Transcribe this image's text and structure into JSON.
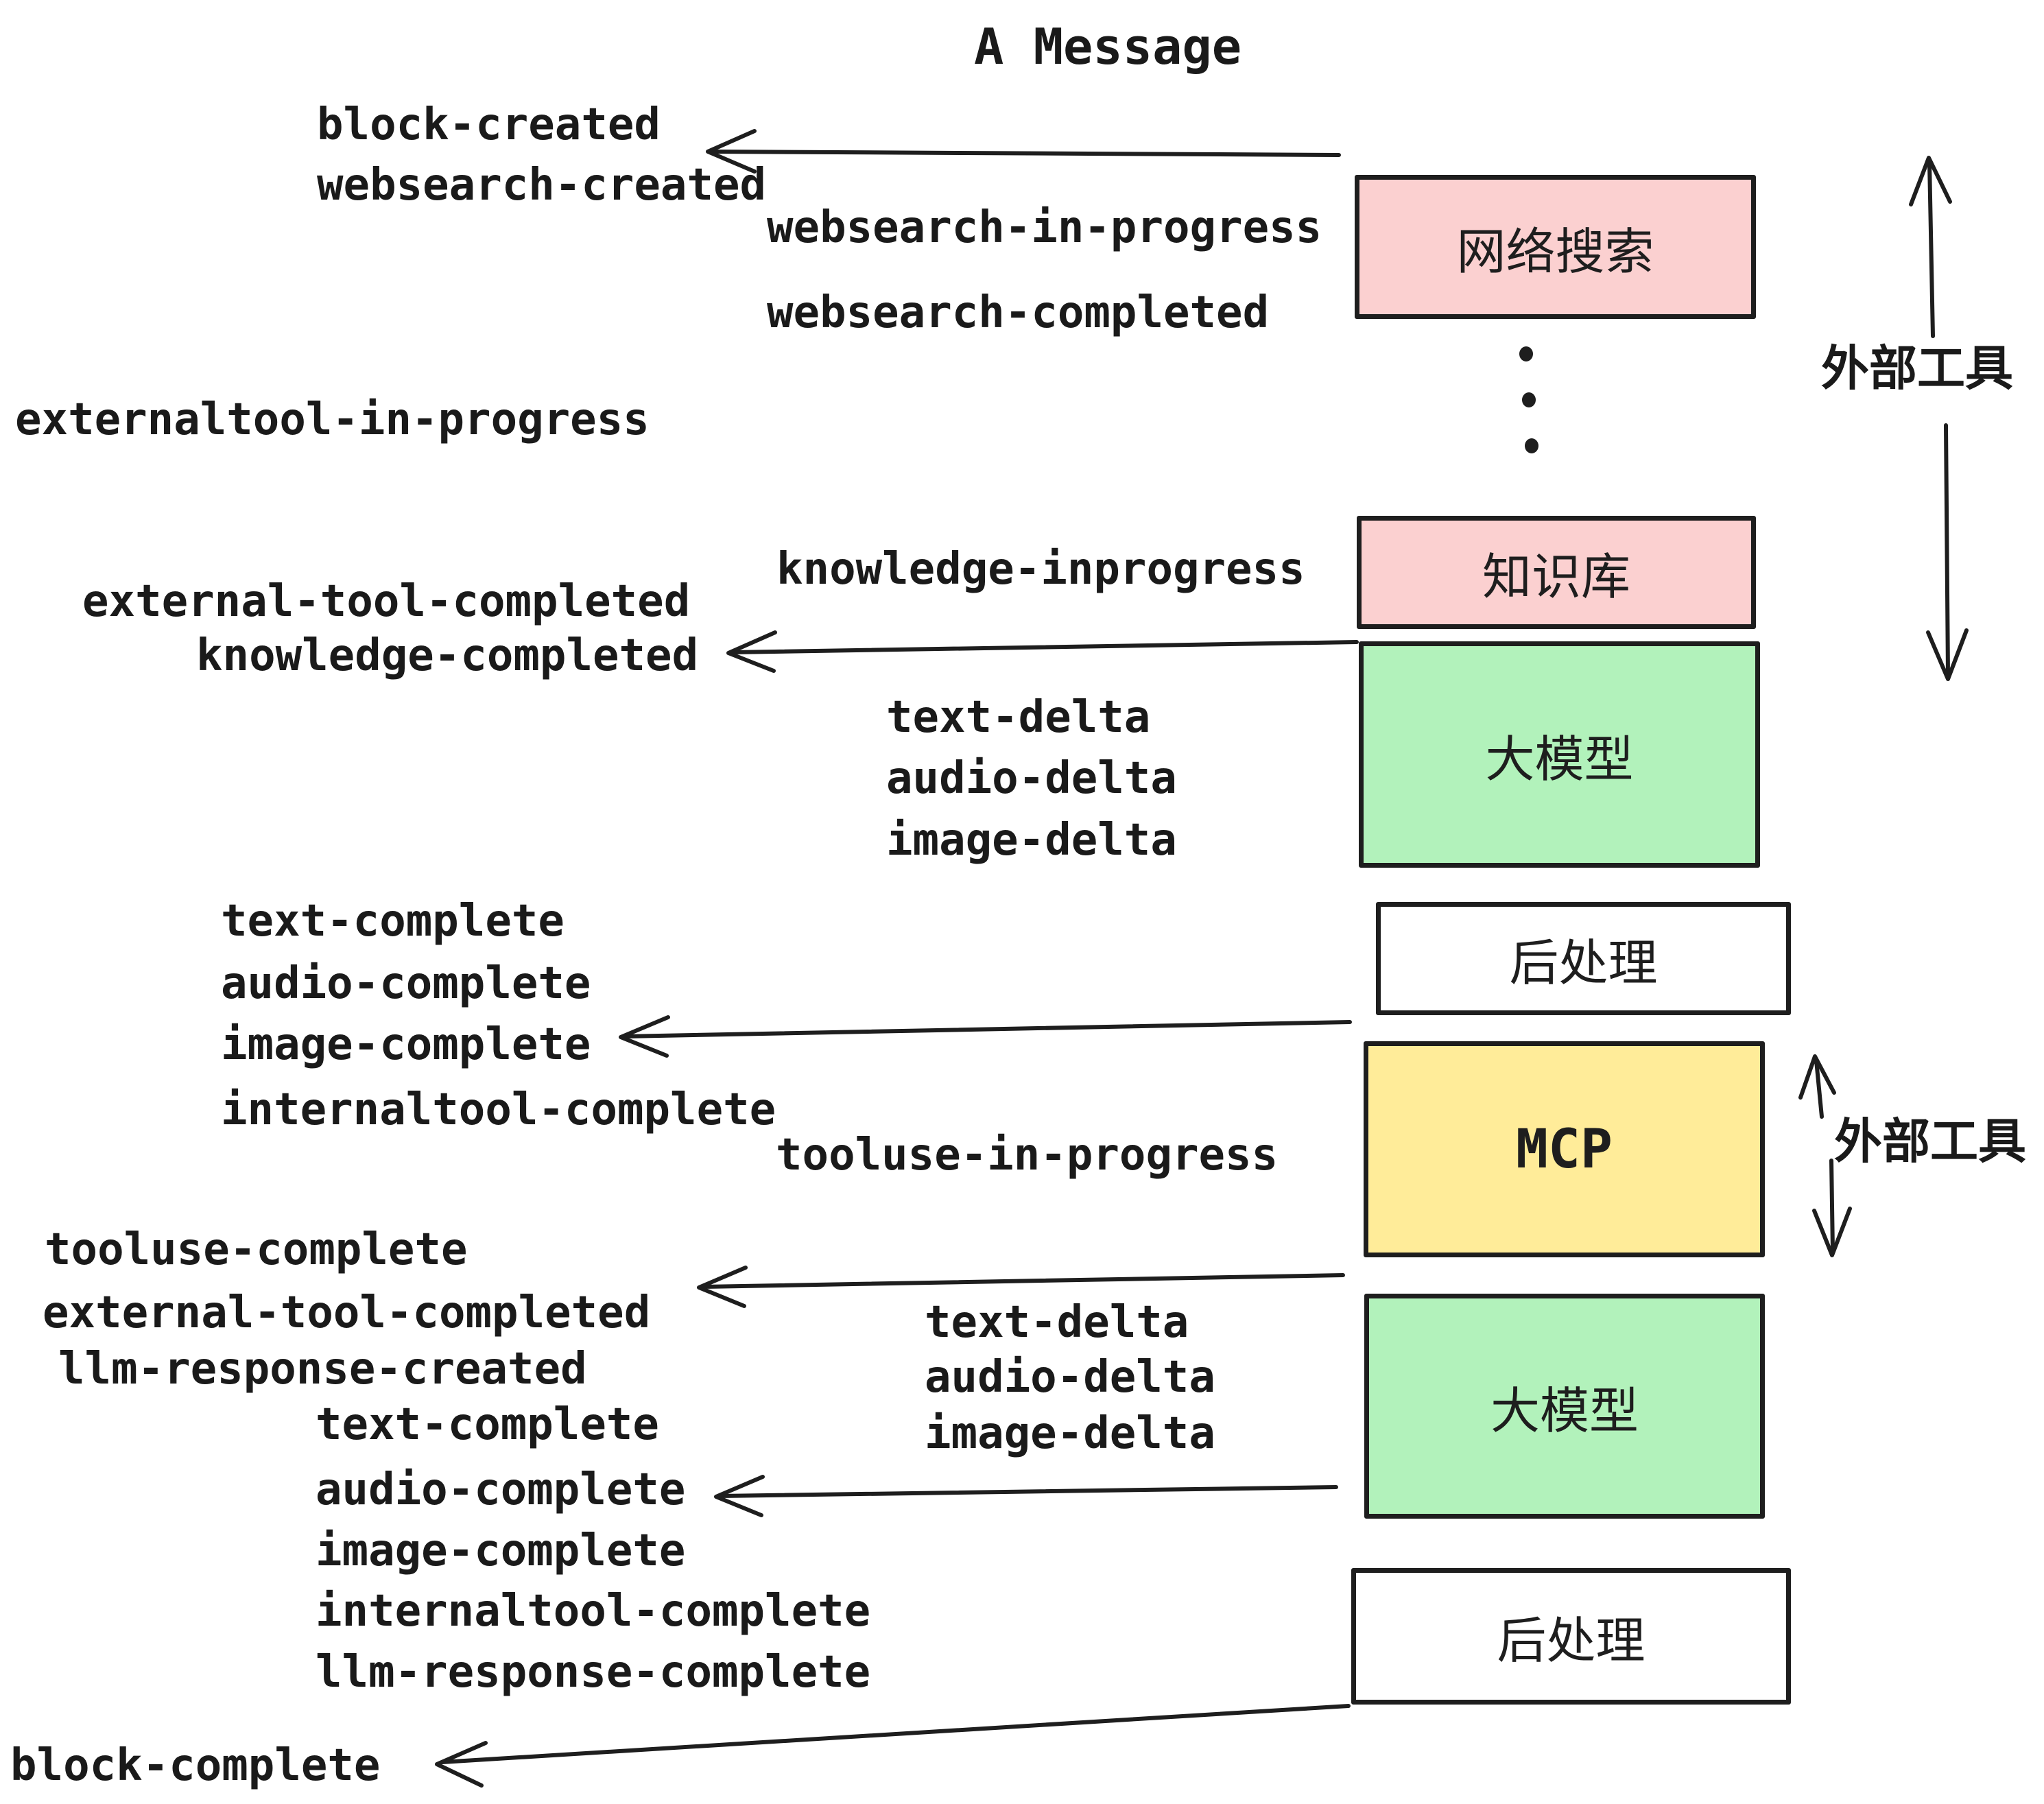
{
  "title": "A Message",
  "colors": {
    "pink": "#fbd0d0",
    "green": "#b2f2bb",
    "yellow": "#ffec99",
    "white": "#ffffff",
    "stroke": "#1e1e1e"
  },
  "boxes": [
    {
      "id": "websearch",
      "label": "网络搜索",
      "color": "#fbd0d0"
    },
    {
      "id": "knowledge",
      "label": "知识库",
      "color": "#fbd0d0"
    },
    {
      "id": "llm-1",
      "label": "大模型",
      "color": "#b2f2bb"
    },
    {
      "id": "postprocess-1",
      "label": "后处理",
      "color": "#ffffff"
    },
    {
      "id": "mcp",
      "label": "MCP",
      "color": "#ffec99"
    },
    {
      "id": "llm-2",
      "label": "大模型",
      "color": "#b2f2bb"
    },
    {
      "id": "postprocess-2",
      "label": "后处理",
      "color": "#ffffff"
    }
  ],
  "side_labels": [
    {
      "text": "外部工具"
    },
    {
      "text": "外部工具"
    }
  ],
  "events": [
    {
      "text": "block-created"
    },
    {
      "text": "websearch-created"
    },
    {
      "text": "websearch-in-progress"
    },
    {
      "text": "websearch-completed"
    },
    {
      "text": "externaltool-in-progress"
    },
    {
      "text": "knowledge-inprogress"
    },
    {
      "text": "external-tool-completed"
    },
    {
      "text": "knowledge-completed"
    },
    {
      "text": "text-delta"
    },
    {
      "text": "audio-delta"
    },
    {
      "text": "image-delta"
    },
    {
      "text": "text-complete"
    },
    {
      "text": "audio-complete"
    },
    {
      "text": "image-complete"
    },
    {
      "text": "internaltool-complete"
    },
    {
      "text": "tooluse-in-progress"
    },
    {
      "text": "tooluse-complete"
    },
    {
      "text": "external-tool-completed"
    },
    {
      "text": "llm-response-created"
    },
    {
      "text": "text-complete"
    },
    {
      "text": "audio-complete"
    },
    {
      "text": "image-complete"
    },
    {
      "text": "internaltool-complete"
    },
    {
      "text": "llm-response-complete"
    },
    {
      "text": "text-delta"
    },
    {
      "text": "audio-delta"
    },
    {
      "text": "image-delta"
    },
    {
      "text": "block-complete"
    }
  ]
}
